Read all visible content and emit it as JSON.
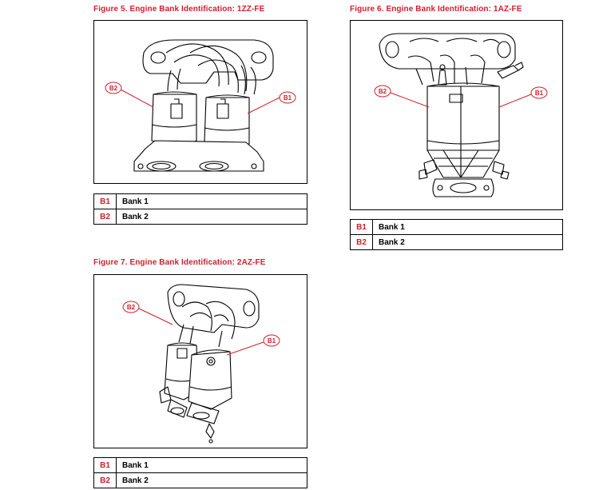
{
  "figures": [
    {
      "title": "Figure 5.  Engine Bank Identification:  1ZZ-FE",
      "callouts": {
        "left": "B2",
        "right": "B1"
      },
      "legend": [
        {
          "code": "B1",
          "label": "Bank 1"
        },
        {
          "code": "B2",
          "label": "Bank 2"
        }
      ]
    },
    {
      "title": "Figure 6.  Engine Bank Identification:  1AZ-FE",
      "callouts": {
        "left": "B2",
        "right": "B1"
      },
      "legend": [
        {
          "code": "B1",
          "label": "Bank 1"
        },
        {
          "code": "B2",
          "label": "Bank 2"
        }
      ]
    },
    {
      "title": "Figure 7.  Engine Bank Identification:  2AZ-FE",
      "callouts": {
        "left": "B2",
        "right": "B1"
      },
      "legend": [
        {
          "code": "B1",
          "label": "Bank 1"
        },
        {
          "code": "B2",
          "label": "Bank 2"
        }
      ]
    }
  ],
  "colors": {
    "accent": "#d01f2b",
    "line": "#000000"
  }
}
